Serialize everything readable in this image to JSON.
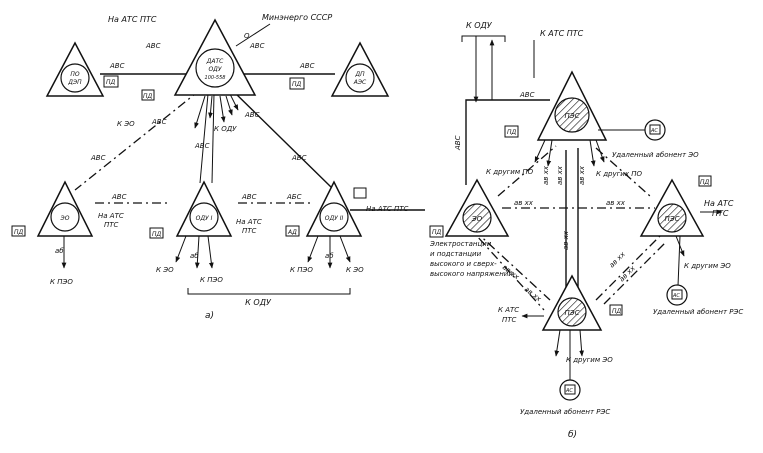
{
  "a": {
    "caption": "а)",
    "ministry": "Минэнерго СССР",
    "top_ats": "На АТС ПТС",
    "center_node": [
      "ДАТС",
      "ОДУ",
      "100-558"
    ],
    "left_node": [
      "ПО",
      "ДЭП"
    ],
    "right_node": [
      "ДП",
      "АЭС"
    ],
    "eo_node": "ЭО",
    "odu1_node": "ОДУ I",
    "odu2_node": "ОДУ II",
    "abs": "АВС",
    "abs_alt": "АБС",
    "o": "О",
    "pd": "ПД",
    "ad": "АД",
    "k_eo": "К ЭО",
    "k_odu": "К ОДУ",
    "k_peo": "К ПЭО",
    "na_ats": "На АТС",
    "pts": "ПТС",
    "na_ats_pts": "На АТС ПТС",
    "ab": "аб",
    "bracket_k_odu": "К ОДУ"
  },
  "b": {
    "caption": "б)",
    "k_odu": "К ОДУ",
    "k_ats_pts": "К АТС ПТС",
    "pes_top": "ПЭС",
    "eo_node": "ЭО",
    "pes_right": "ПЭС",
    "pes_bottom": "ПЭС",
    "abs": "АВС",
    "pd": "ПД",
    "ac": "АС",
    "ab_xx": "ав хх",
    "remote_eo": "Удаленный абонент ЭО",
    "remote_res_right": "Удаленный абонент РЭС",
    "remote_res_bottom": "Удаленный абонент РЭС",
    "k_other_pd_left": "К другим ПО",
    "k_other_pd_right": "К других ПО",
    "k_other_eo_right": "К другим ЭО",
    "k_other_eo_bottom": "К другим ЭО",
    "na_ats": "На АТС",
    "pts": "ПТС",
    "k_ats": "К АТС",
    "stations": [
      "Электростанции",
      "и подстанции",
      "высокого и сверх-",
      "высокого напряжений"
    ]
  }
}
